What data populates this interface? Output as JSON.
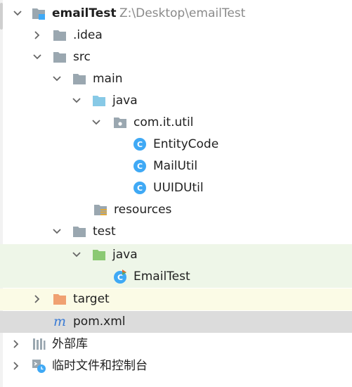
{
  "tree": {
    "root": {
      "label": "emailTest",
      "path": "Z:\\Desktop\\emailTest"
    },
    "idea": "idea",
    "src": "src",
    "main": "main",
    "java_main": "java",
    "package": "com.it.util",
    "class1": "EntityCode",
    "class2": "MailUtil",
    "class3": "UUIDUtil",
    "resources": "resources",
    "test": "test",
    "java_test": "java",
    "test_class": "EmailTest",
    "target": "target",
    "pom": "pom.xml",
    "external_libs": "外部库",
    "scratches": "临时文件和控制台"
  },
  "colors": {
    "folder_gray": "#9aa7b0",
    "folder_source": "#87c9e6",
    "folder_test": "#8bc973",
    "folder_excluded": "#f0a171",
    "class_icon": "#3fa9f5",
    "test_bg": "#eef6e8",
    "excluded_bg": "#fbfbe6",
    "selected_bg": "#dcdcdc"
  }
}
